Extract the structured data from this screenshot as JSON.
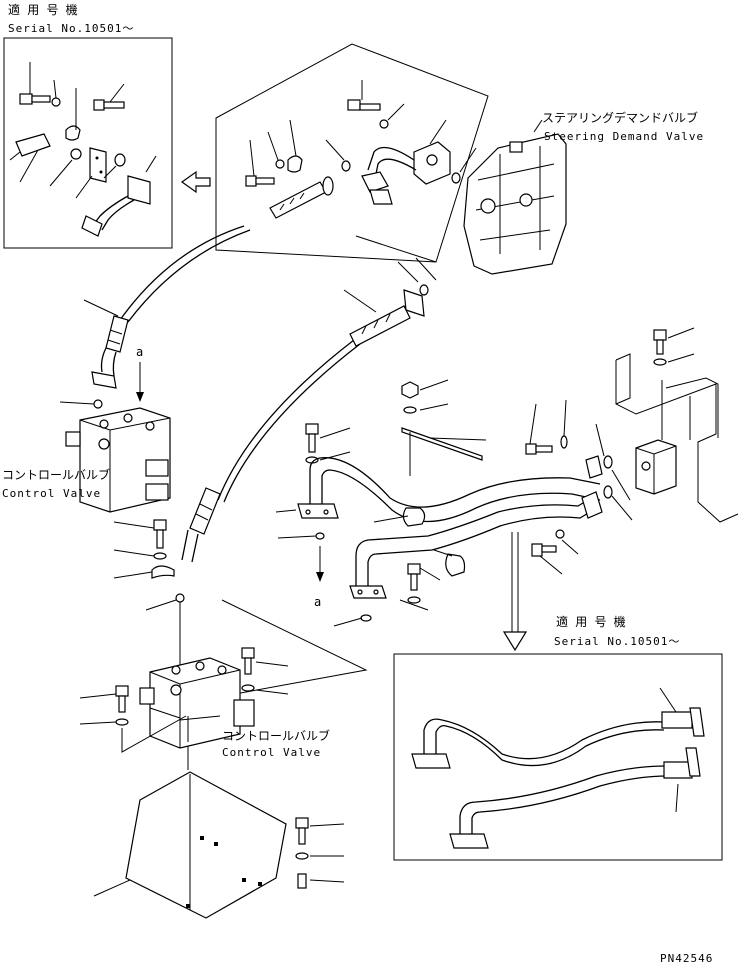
{
  "inset_top": {
    "applicable_title": "適 用 号 機",
    "serial": "Serial No.10501～"
  },
  "inset_bottom": {
    "applicable_title": "適 用 号 機",
    "serial": "Serial No.10501～"
  },
  "steering_valve": {
    "label_jp": "ステアリングデマンドバルブ",
    "label_en": "Steering Demand Valve"
  },
  "control_valve_upper": {
    "label_jp": "コントロールバルブ",
    "label_en": "Control Valve"
  },
  "control_valve_lower": {
    "label_jp": "コントロールバルブ",
    "label_en": "Control Valve"
  },
  "view_markers": {
    "a_top": "a",
    "a_bottom": "a"
  },
  "part_number": "PN42546"
}
